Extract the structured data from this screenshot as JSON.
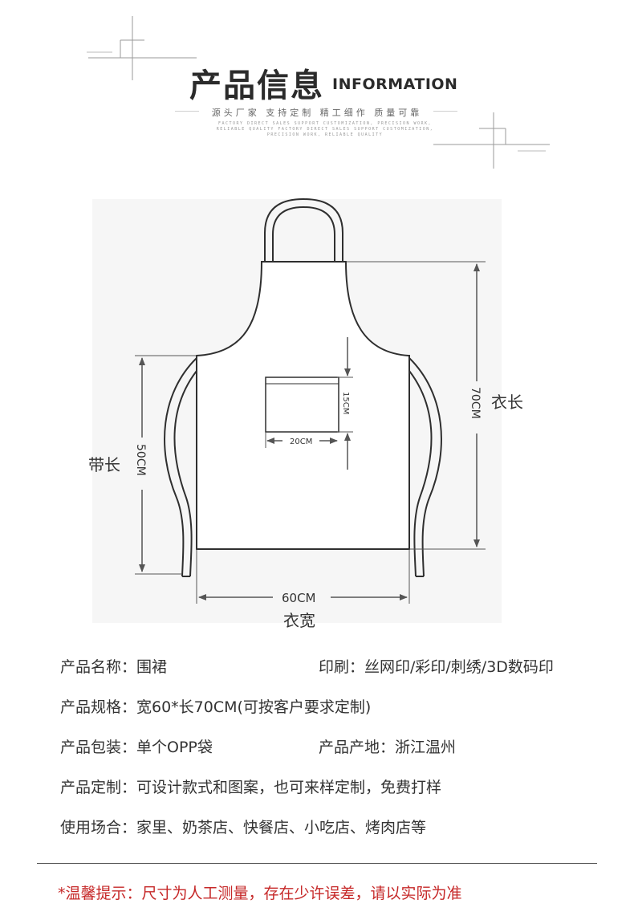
{
  "header": {
    "title_cn": "产品信息",
    "title_en": "INFORMATION",
    "slogan": "源头厂家   支持定制   精工细作   质量可靠",
    "slogan_en": "FACTORY DIRECT SALES SUPPORT CUSTOMIZATION, PRECISION WORK, RELIABLE QUALITY FACTORY DIRECT SALES SUPPORT CUSTOMIZATION, PRECISION WORK, RELIABLE QUALITY"
  },
  "diagram": {
    "pocket_height": "15CM",
    "pocket_width": "20CM",
    "length_value": "70CM",
    "length_label": "衣长",
    "strap_value": "50CM",
    "strap_label": "带长",
    "width_value": "60CM",
    "width_label": "衣宽"
  },
  "info": {
    "name": "产品名称：围裙",
    "printing": "印刷：丝网印/彩印/刺绣/3D数码印",
    "spec": "产品规格：宽60*长70CM(可按客户要求定制)",
    "packing": "产品包装：单个OPP袋",
    "origin": "产品产地：浙江温州",
    "custom": "产品定制：可设计款式和图案，也可来样定制，免费打样",
    "usage": "使用场合：家里、奶茶店、快餐店、小吃店、烤肉店等"
  },
  "warning": "*温馨提示：尺寸为人工测量，存在少许误差，请以实际为准"
}
